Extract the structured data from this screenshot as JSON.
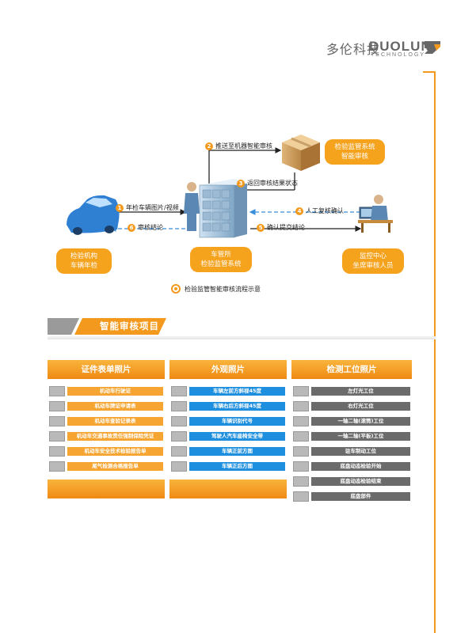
{
  "brand": {
    "name_cn": "多伦科技",
    "name_en": "DUOLUN",
    "sub": "TECHNOLOGY"
  },
  "flow": {
    "steps": [
      {
        "num": "1",
        "text": "年检车辆图片/视频"
      },
      {
        "num": "2",
        "text": "推送至机器智能审核"
      },
      {
        "num": "3",
        "text": "返回审核结果状态"
      },
      {
        "num": "4",
        "text": "人工复核确认"
      },
      {
        "num": "5",
        "text": "确认提交结论"
      },
      {
        "num": "6",
        "text": "审核结论"
      }
    ],
    "nodes": {
      "left": [
        "检验机构",
        "车辆年检"
      ],
      "center": [
        "车管所",
        "检验监管系统"
      ],
      "right": [
        "监控中心",
        "坐席审核人员"
      ],
      "top": [
        "检验监管系统",
        "智能审核"
      ]
    },
    "legend": "检验监管智能审核流程示意"
  },
  "section": {
    "title": "智能审核项目"
  },
  "columns": [
    {
      "header": "证件表单照片",
      "items": [
        "机动车行驶证",
        "机动车牌证申请表",
        "机动车查验记录表",
        "机动车交通事故责任强制保险凭证",
        "机动车安全技术检验报告单",
        "尾气检测合格报告单"
      ]
    },
    {
      "header": "外观照片",
      "items": [
        "车辆左前方斜视45度",
        "车辆右后方斜视45度",
        "车辆识别代号",
        "驾驶人汽车座椅安全带",
        "车辆正前方图",
        "车辆正后方图"
      ]
    },
    {
      "header": "检测工位照片",
      "items": [
        "左灯光工位",
        "右灯光工位",
        "一轴二轴(滚筒)工位",
        "一轴二轴(平板)工位",
        "驻车制动工位",
        "底盘动态检验开始",
        "底盘动态检验结束",
        "底盘部件"
      ]
    }
  ],
  "colors": {
    "accent": "#f39a1e",
    "blue": "#1e8fde",
    "gray": "#6b6b6b"
  }
}
